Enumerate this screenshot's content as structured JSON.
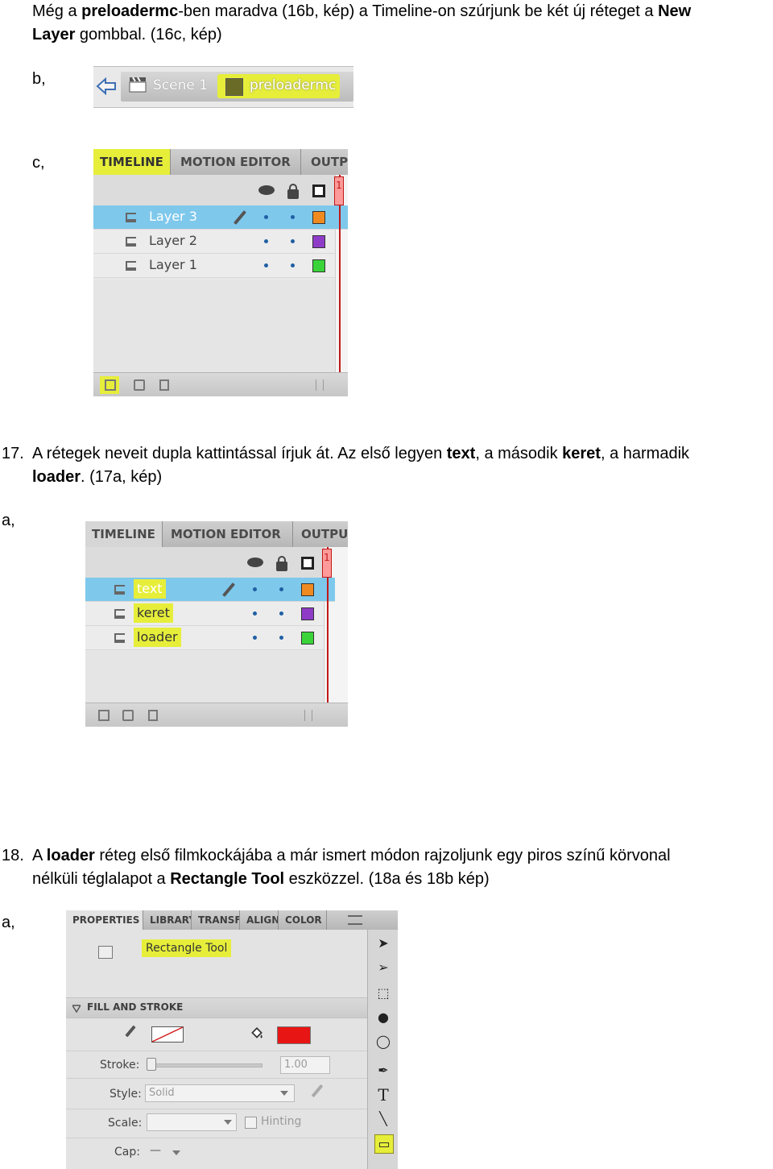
{
  "para16": {
    "a": "Még a ",
    "b1": "preloadermc",
    "c": "-ben maradva (16b, kép) a Timeline-on szúrjunk be két új réteget a ",
    "b2": "New",
    "b3": "Layer",
    "d": " gombbal. (16c, kép)"
  },
  "label_b": "b,",
  "label_c": "c,",
  "breadcrumb": {
    "scene": "Scene 1",
    "symbol": "preloadermc"
  },
  "tabs": {
    "timeline": "TIMELINE",
    "motion": "MOTION EDITOR",
    "output1": "OUTP",
    "output2": "OUTPU"
  },
  "frame_number": "1",
  "timeline1": {
    "layers": [
      {
        "name": "Layer 3",
        "color": "#f08a20"
      },
      {
        "name": "Layer 2",
        "color": "#8e3cc8"
      },
      {
        "name": "Layer 1",
        "color": "#3ad43a"
      }
    ]
  },
  "para17": {
    "num": "17.",
    "a": "A rétegek neveit dupla kattintással írjuk át. Az első legyen ",
    "b1": "text",
    "c": ", a második ",
    "b2": "keret",
    "d": ", a harmadik",
    "b3": "loader",
    "e": ". (17a, kép)"
  },
  "label_a17": "a,",
  "timeline2": {
    "layers": [
      {
        "name": "text",
        "color": "#f08a20"
      },
      {
        "name": "keret",
        "color": "#8e3cc8"
      },
      {
        "name": "loader",
        "color": "#3ad43a"
      }
    ]
  },
  "para18": {
    "num": "18.",
    "a": "A ",
    "b1": "loader",
    "c": " réteg első filmkockájába a már ismert módon rajzoljunk egy piros színű körvonal",
    "d": "nélküli téglalapot a ",
    "b2": "Rectangle Tool",
    "e": " eszközzel. (18a és 18b kép)"
  },
  "label_a18": "a,",
  "properties": {
    "tabs": [
      "PROPERTIES",
      "LIBRARY",
      "TRANSF",
      "ALIGN",
      "COLOR"
    ],
    "tool_name": "Rectangle Tool",
    "section": "FILL AND STROKE",
    "fill_color": "#e81515",
    "stroke_label": "Stroke:",
    "stroke_value": "1.00",
    "style_label": "Style:",
    "style_value": "Solid",
    "scale_label": "Scale:",
    "hinting_label": "Hinting",
    "cap_label": "Cap:",
    "cap_value": "—"
  }
}
